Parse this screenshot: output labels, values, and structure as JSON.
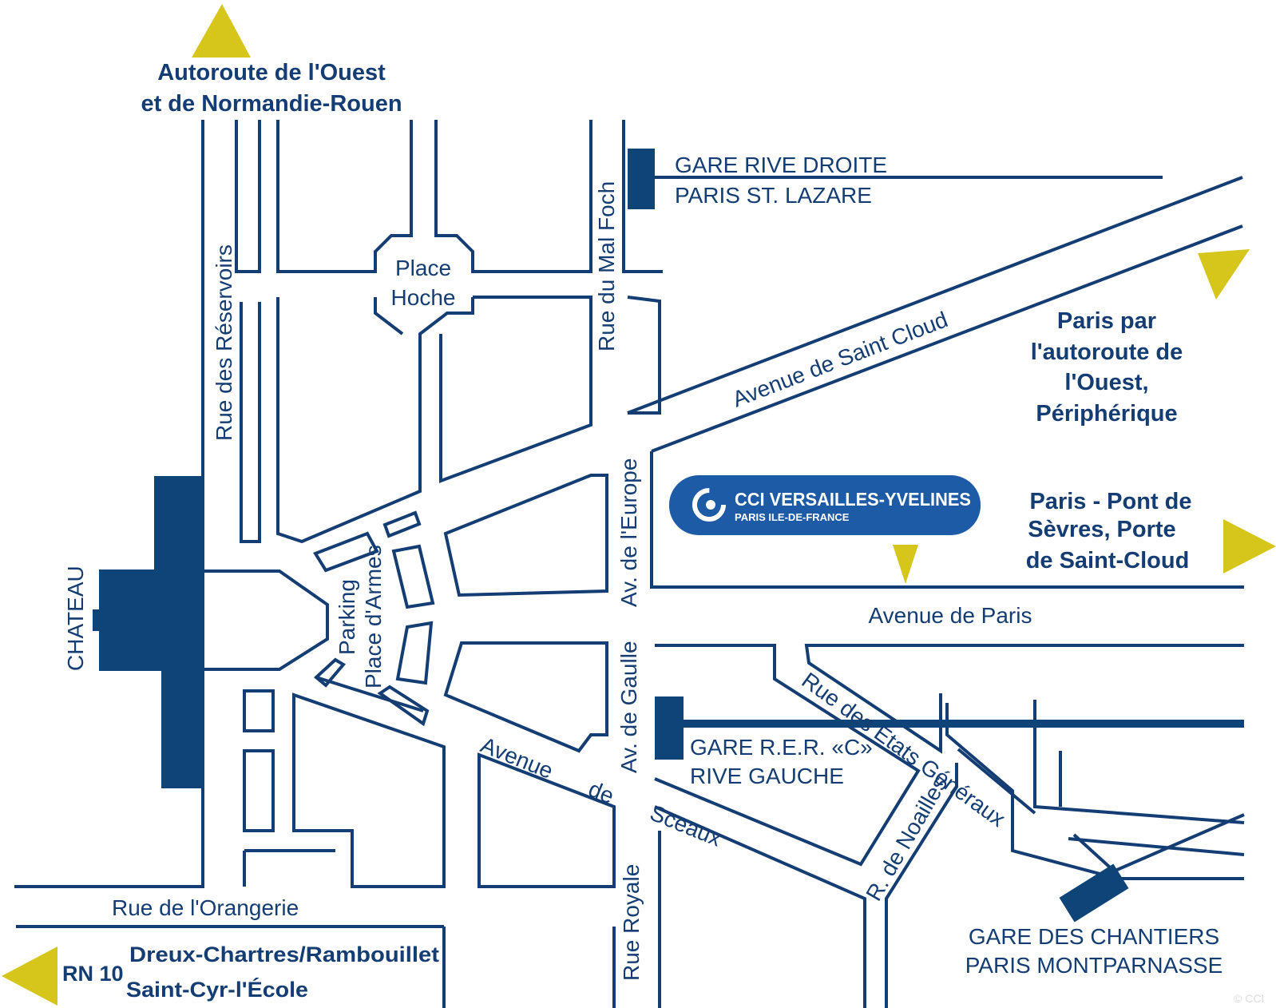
{
  "colors": {
    "road": "#143d73",
    "building": "#0f4478",
    "arrow": "#d6c61c",
    "badge": "#1d5ba6",
    "background": "#ffffff"
  },
  "streets": {
    "rue_reservoirs": "Rue des Réservoirs",
    "place_hoche_1": "Place",
    "place_hoche_2": "Hoche",
    "rue_mal_foch": "Rue du Mal Foch",
    "avenue_saint_cloud": "Avenue de Saint Cloud",
    "av_europe": "Av. de l'Europe",
    "parking_1": "Parking",
    "parking_2": "Place d'Armes",
    "avenue_paris": "Avenue de Paris",
    "av_gaulle": "Av. de Gaulle",
    "rue_etats_generaux": "Rue des Etats Généraux",
    "avenue_sceaux_1": "Avenue",
    "avenue_sceaux_2": "de",
    "avenue_sceaux_3": "Sceaux",
    "r_noailles": "R. de Noailles",
    "rue_royale": "Rue Royale",
    "rue_orangerie": "Rue de l'Orangerie"
  },
  "places": {
    "chateau": "CHATEAU"
  },
  "stations": {
    "rive_droite_1": "GARE RIVE DROITE",
    "rive_droite_2": "PARIS ST. LAZARE",
    "rer_c_1": "GARE R.E.R. «C»",
    "rer_c_2": "RIVE GAUCHE",
    "chantiers_1": "GARE DES CHANTIERS",
    "chantiers_2": "PARIS MONTPARNASSE"
  },
  "directions": {
    "north_1": "Autoroute de l'Ouest",
    "north_2": "et de Normandie-Rouen",
    "paris_ouest_1": "Paris par",
    "paris_ouest_2": "l'autoroute de",
    "paris_ouest_3": "l'Ouest,",
    "paris_ouest_4": "Périphérique",
    "pont_sevres_1": "Paris - Pont de",
    "pont_sevres_2": "Sèvres, Porte",
    "pont_sevres_3": "de Saint-Cloud",
    "rn10_code": "RN 10",
    "rn10_1": "Dreux-Chartres/Rambouillet",
    "rn10_2": "Saint-Cyr-l'École"
  },
  "badge": {
    "name": "CCI VERSAILLES-YVELINES",
    "subtitle": "PARIS ILE-DE-FRANCE"
  },
  "copyright": "© CCI"
}
